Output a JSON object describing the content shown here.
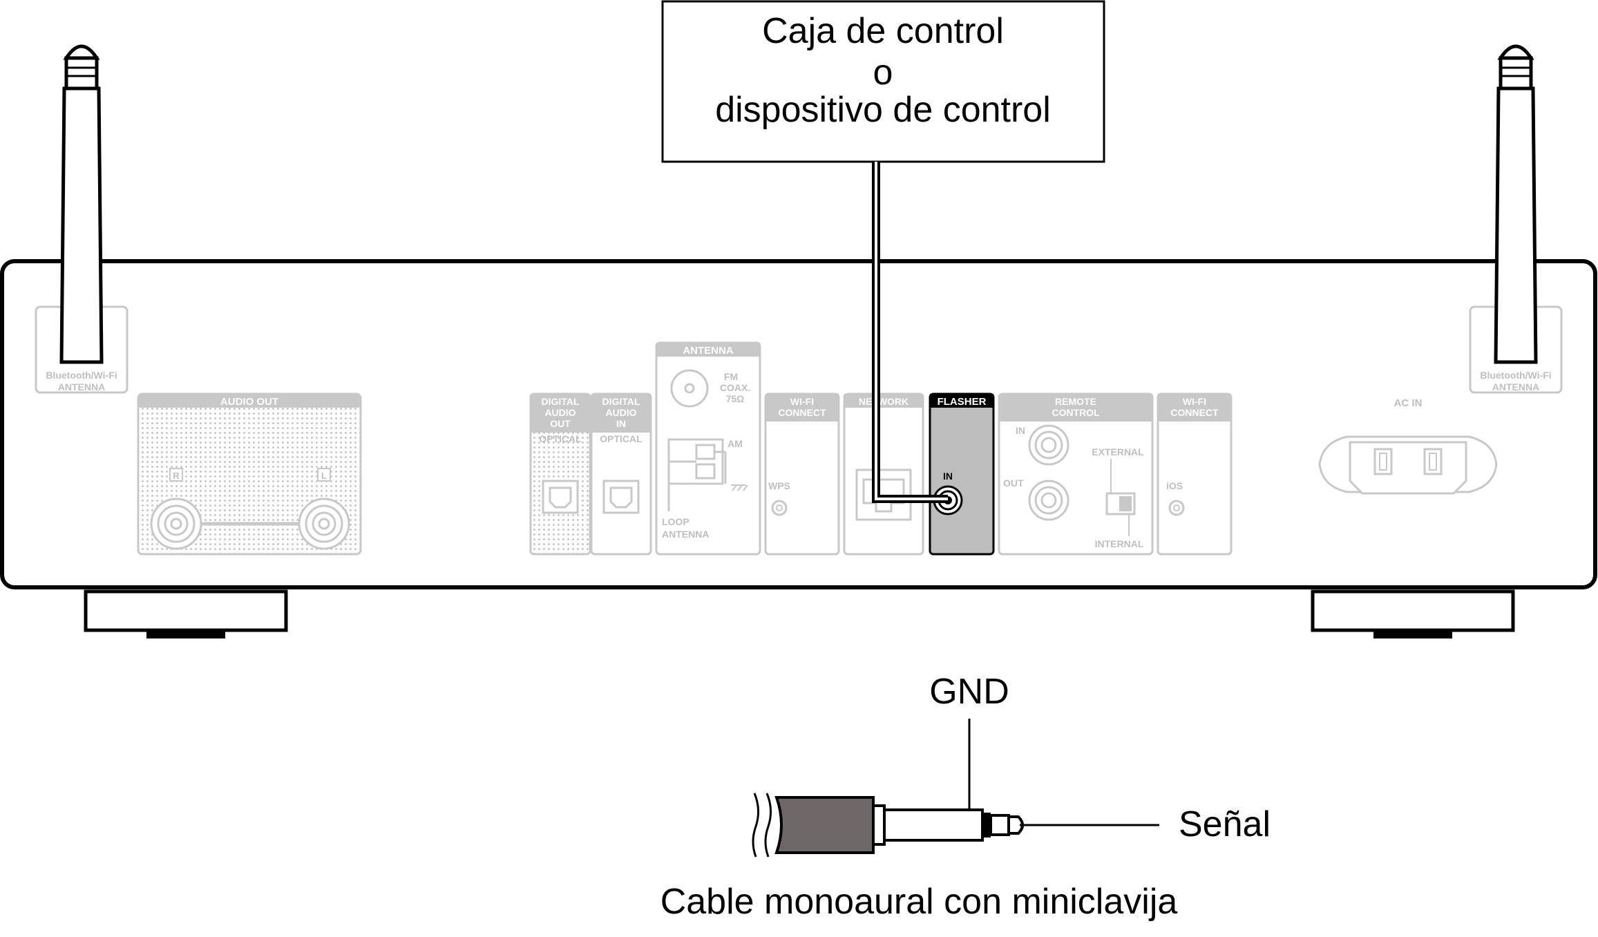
{
  "callout": {
    "line1": "Caja de control",
    "line2": "o",
    "line3": "dispositivo de control"
  },
  "panel": {
    "antenna_left": [
      "Bluetooth/Wi-Fi",
      "ANTENNA"
    ],
    "antenna_right": [
      "Bluetooth/Wi-Fi",
      "ANTENNA"
    ],
    "audio_out": "AUDIO OUT",
    "audio_out_r": "R",
    "audio_out_l": "L",
    "digital_out": [
      "DIGITAL",
      "AUDIO",
      "OUT"
    ],
    "digital_out_optical": "OPTICAL",
    "digital_in": [
      "DIGITAL",
      "AUDIO",
      "IN"
    ],
    "digital_in_optical": "OPTICAL",
    "antenna": "ANTENNA",
    "fm": [
      "FM",
      "COAX.",
      "75Ω"
    ],
    "am": "AM",
    "loop_antenna": [
      "LOOP",
      "ANTENNA"
    ],
    "wifi_connect_1": [
      "WI-FI",
      "CONNECT"
    ],
    "wps": "WPS",
    "network": "NETWORK",
    "flasher": "FLASHER",
    "flasher_in": "IN",
    "remote_control": [
      "REMOTE",
      "CONTROL"
    ],
    "remote_in": "IN",
    "remote_out": "OUT",
    "external": "EXTERNAL",
    "internal": "INTERNAL",
    "wifi_connect_2": [
      "WI-FI",
      "CONNECT"
    ],
    "ios": "iOS",
    "ac_in": "AC IN"
  },
  "plug": {
    "gnd": "GND",
    "signal": "Señal",
    "caption": "Cable monoaural con miniclavija"
  },
  "colors": {
    "line": "#000000",
    "faded": "#bfbfbf",
    "highlight": "#bdbdbd",
    "cable_body": "#6e6767"
  }
}
